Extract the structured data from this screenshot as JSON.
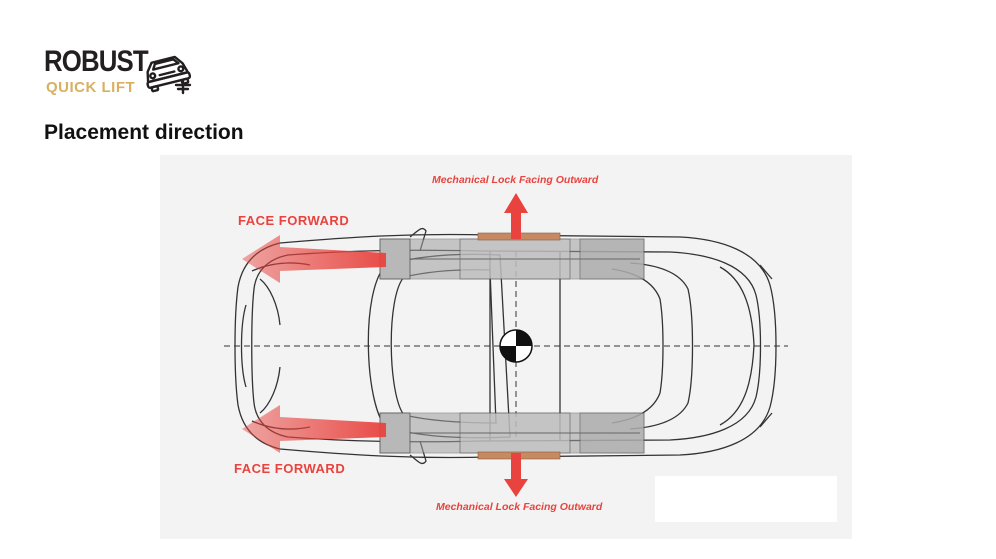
{
  "brand": {
    "name": "ROBUST",
    "tagline": "QUICK LIFT",
    "logo_icon": "lifted-car-icon",
    "colors": {
      "primary": "#231f20",
      "accent": "#d9b062"
    }
  },
  "page": {
    "title": "Placement direction"
  },
  "diagram": {
    "labels": {
      "face_forward_top": "FACE FORWARD",
      "face_forward_bottom": "FACE FORWARD",
      "lock_top": "Mechanical Lock Facing Outward",
      "lock_bottom": "Mechanical Lock Facing Outward"
    },
    "arrow_color": "#e8433e"
  }
}
